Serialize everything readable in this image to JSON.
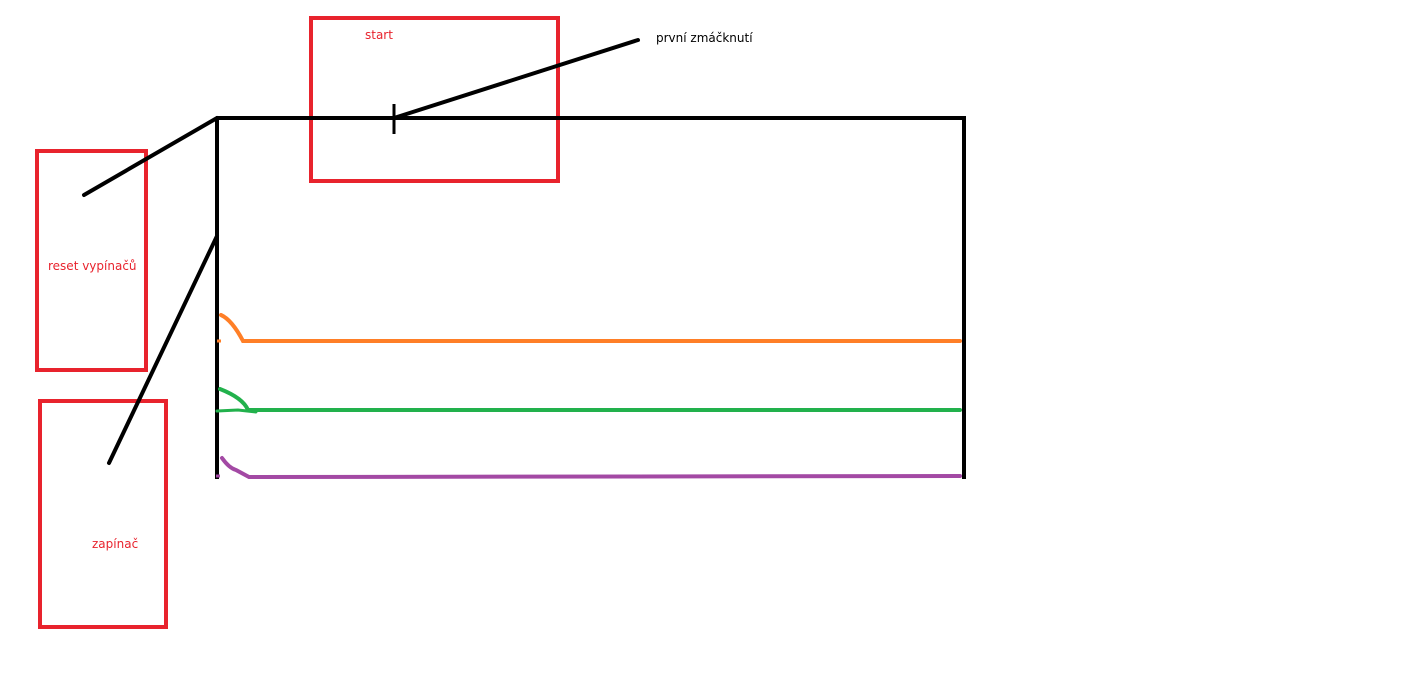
{
  "labels": {
    "start": "start",
    "reset": "reset vypínačů",
    "switch": "zapínač",
    "first_press": "první zmáčknutí"
  },
  "colors": {
    "box_outline": "#e8232d",
    "label_red": "#e8232d",
    "label_black": "#000000",
    "frame": "#000000",
    "wire_orange": "#ff7f27",
    "wire_green": "#22b14c",
    "wire_purple": "#a349a4"
  }
}
